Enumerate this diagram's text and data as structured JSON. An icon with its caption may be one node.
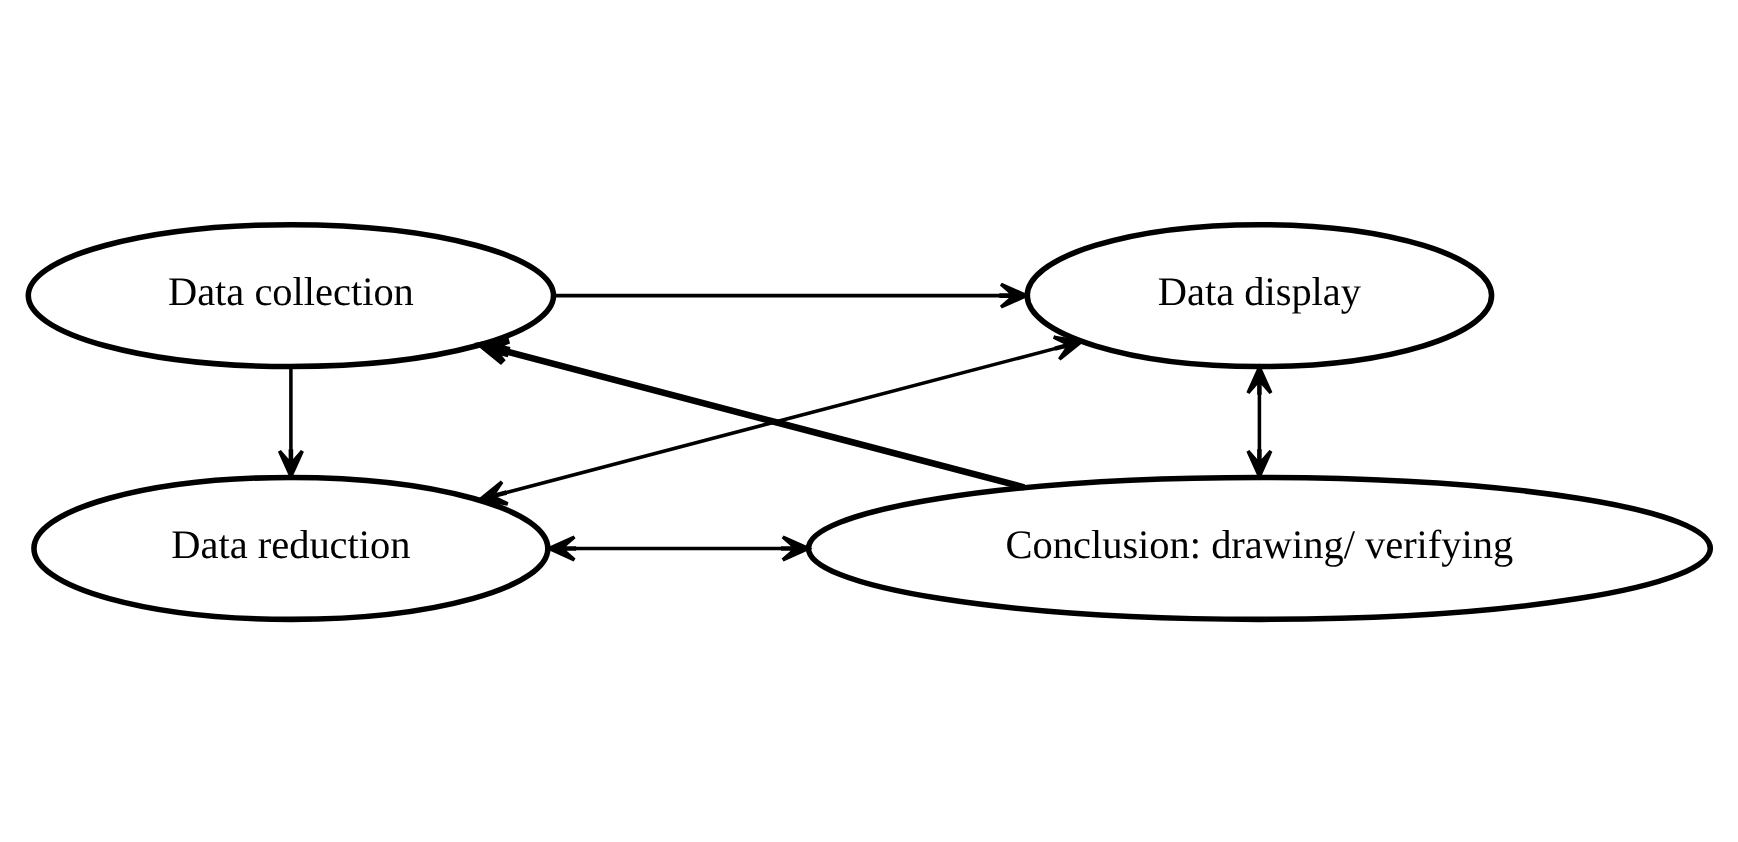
{
  "diagram": {
    "nodes": [
      {
        "text": [
          "Data collection"
        ]
      },
      {
        "text": [
          "Data reduction"
        ]
      },
      {
        "text": [
          "Data display"
        ]
      },
      {
        "text": [
          "Conclusion: drawing/ verifying"
        ]
      }
    ],
    "edges": [
      {
        "from": 0,
        "to": 2,
        "arrow": "to"
      },
      {
        "from": 0,
        "to": 1,
        "arrow": "to"
      },
      {
        "from": 1,
        "to": 2,
        "arrow": "both"
      },
      {
        "from": 1,
        "to": 3,
        "arrow": "both"
      },
      {
        "from": 2,
        "to": 3,
        "arrow": "both"
      },
      {
        "from": 3,
        "to": 0,
        "arrow": "to",
        "style": "thick"
      }
    ]
  }
}
